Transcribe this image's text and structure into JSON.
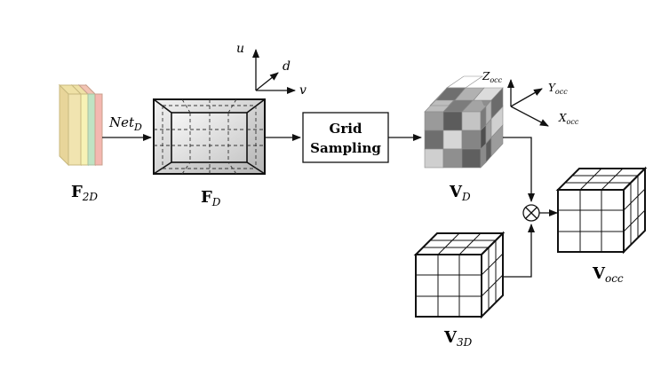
{
  "labels": {
    "f2d_main": "F",
    "f2d_sub": "2D",
    "netd_main": "Net",
    "netd_sub": "D",
    "fd_main": "F",
    "fd_sub": "D",
    "axis_u": "u",
    "axis_d": "d",
    "axis_v": "v",
    "grid_line1": "Grid",
    "grid_line2": "Sampling",
    "vd_main": "V",
    "vd_sub": "D",
    "z_main": "Z",
    "z_sub": "occ",
    "y_main": "Y",
    "y_sub": "occ",
    "x_main": "X",
    "x_sub": "occ",
    "multiply_symbol": "⊗",
    "v3d_main": "V",
    "v3d_sub": "3D",
    "vocc_main": "V",
    "vocc_sub": "occ"
  },
  "colors": {
    "layer1": "#f4b7b0",
    "layer2": "#bfe3c3",
    "layer3": "#f7f2b5",
    "layer4": "#f1e4b0",
    "stroke": "#111111"
  }
}
